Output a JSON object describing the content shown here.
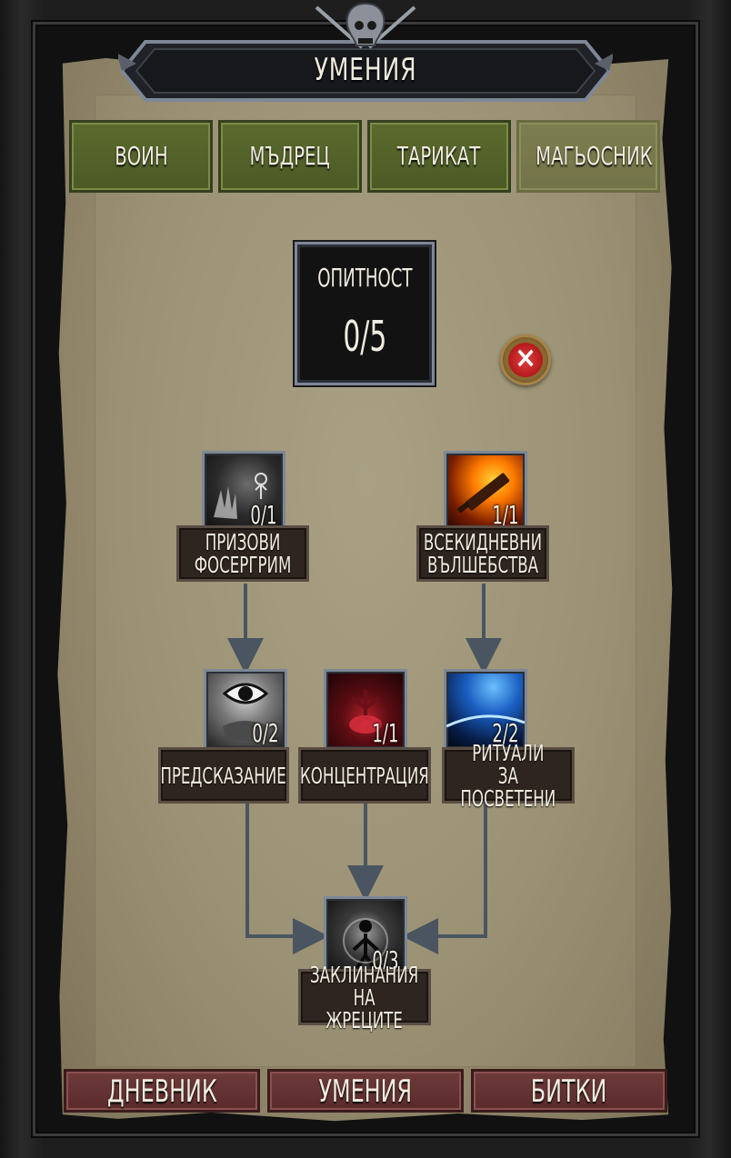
{
  "header": {
    "title": "УМЕНИЯ"
  },
  "tabs": [
    {
      "label": "ВОИН",
      "active": true
    },
    {
      "label": "МЪДРЕЦ",
      "active": true
    },
    {
      "label": "ТАРИКАТ",
      "active": true
    },
    {
      "label": "МАГЬОСНИК",
      "active": false
    }
  ],
  "experience": {
    "label": "ОПИТНОСТ",
    "value": "0/5"
  },
  "close_icon": "close-x-icon",
  "skills": [
    {
      "id": "summon",
      "name": "ПРИЗОВИ\nФОСЕРГРИМ",
      "level": "0/1",
      "icon": "ghost-hand-icon"
    },
    {
      "id": "everyday",
      "name": "ВСЕКИДНЕВНИ\nВЪЛШЕБСТВА",
      "level": "1/1",
      "icon": "flaming-sword-icon"
    },
    {
      "id": "prophecy",
      "name": "ПРЕДСКАЗАНИЕ",
      "level": "0/2",
      "icon": "eye-icon"
    },
    {
      "id": "concentration",
      "name": "КОНЦЕНТРАЦИЯ",
      "level": "1/1",
      "icon": "red-heart-roots-icon"
    },
    {
      "id": "rituals",
      "name": "РИТУАЛИ ЗА\nПОСВЕТЕНИ",
      "level": "2/2",
      "icon": "blue-planet-icon"
    },
    {
      "id": "priests",
      "name": "ЗАКЛИНАНИЯ НА\nЖРЕЦИТЕ",
      "level": "0/3",
      "icon": "dark-figure-icon"
    }
  ],
  "bottom_nav": [
    {
      "label": "ДНЕВНИК"
    },
    {
      "label": "УМЕНИЯ"
    },
    {
      "label": "БИТКИ"
    }
  ],
  "colors": {
    "tab_active": "#4b5a25",
    "tab_inactive": "#737349",
    "nav_button": "#5a2b2b",
    "parchment": "#978c70",
    "connector": "#4a5561"
  }
}
